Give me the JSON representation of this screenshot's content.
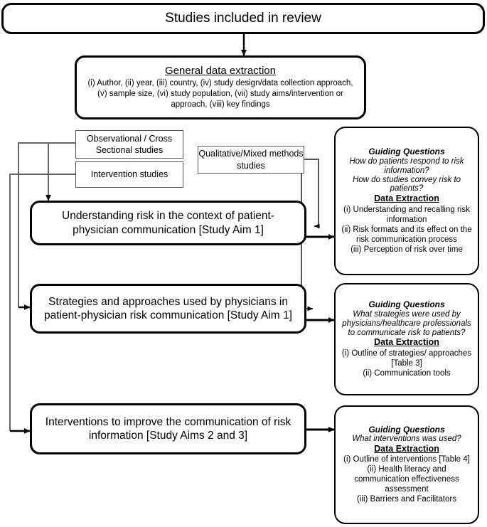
{
  "diagram": {
    "title": "Data extraction framework flowchart",
    "colors": {
      "stroke": "#000000",
      "thin_stroke": "#555555",
      "background": "#ffffff"
    }
  },
  "nodes": {
    "studies_included": {
      "label": "Studies included in review"
    },
    "general_extraction": {
      "heading": "General data extraction",
      "body": "(i) Author, (ii) year, (iii) country, (iv) study design/data collection approach, (v) sample size, (vi) study population, (vii) study aims/intervention or approach, (viii) key findings"
    },
    "observational": {
      "label": "Observational / Cross Sectional studies"
    },
    "intervention_studies": {
      "label": "Intervention studies"
    },
    "qualitative_mixed": {
      "label": "Qualitative/Mixed methods studies"
    },
    "aim1_understanding": {
      "label": "Understanding risk in the context of patient-physician communication [Study Aim 1]"
    },
    "aim1_strategies": {
      "label": "Strategies and approaches used by physicians in patient-physician risk communication [Study Aim 1]"
    },
    "aim23_interventions": {
      "label": "Interventions to improve the communication of risk information [Study Aims 2 and 3]"
    }
  },
  "guiding_boxes": [
    {
      "id": "guide-understanding",
      "questions_heading": "Guiding Questions",
      "questions": [
        "How do patients respond to risk information?",
        "How do studies convey risk to patients?"
      ],
      "extraction_heading": "Data Extraction",
      "extraction_items": [
        "(i) Understanding and recalling risk information",
        "(ii) Risk formats and its effect on the risk communication process",
        "(iii) Perception of risk over time"
      ]
    },
    {
      "id": "guide-strategies",
      "questions_heading": "Guiding Questions",
      "questions": [
        "What strategies were used by physicians/healthcare professionals to communicate risk to patients?"
      ],
      "extraction_heading": "Data Extraction",
      "extraction_items": [
        "(i) Outline of strategies/ approaches [Table 3]",
        "(ii) Communication tools"
      ]
    },
    {
      "id": "guide-interventions",
      "questions_heading": "Guiding Questions",
      "questions": [
        "What interventions was used?"
      ],
      "extraction_heading": "Data Extraction",
      "extraction_items": [
        "(i) Outline of interventions [Table 4]",
        "(ii) Health literacy and communication effectiveness assessment",
        "(iii) Barriers and Facilitators"
      ]
    }
  ]
}
